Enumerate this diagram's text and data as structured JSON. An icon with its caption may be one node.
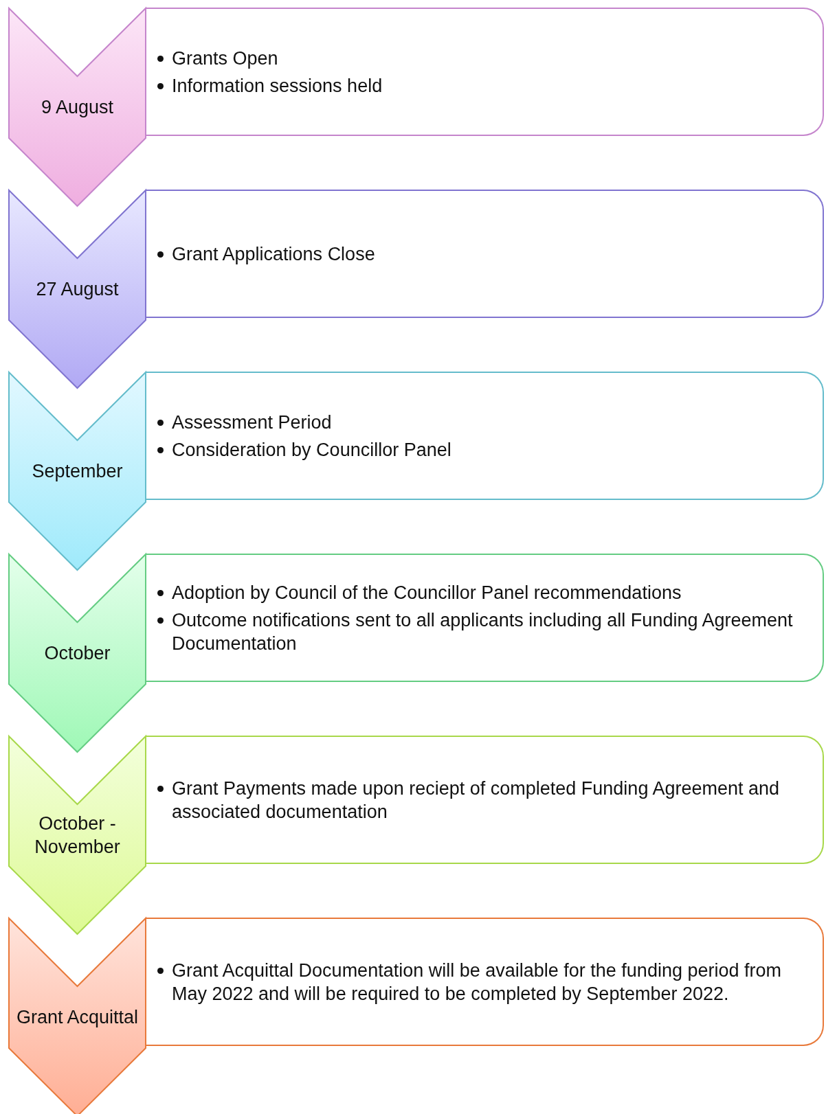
{
  "diagram": {
    "nodes": [
      {
        "text": [
          "9 August"
        ]
      },
      {
        "text": [
          "Grants Open",
          "Information sessions held"
        ]
      },
      {
        "text": [
          "27 August"
        ]
      },
      {
        "text": [
          "Grant Applications Close"
        ]
      },
      {
        "text": [
          "September"
        ]
      },
      {
        "text": [
          "Assessment Period",
          "Consideration by Councillor Panel"
        ]
      },
      {
        "text": [
          "October"
        ]
      },
      {
        "text": [
          "Adoption by Council of the Councillor Panel recommendations",
          "Outcome notifications sent to all applicants including all Funding Agreement Documentation"
        ]
      },
      {
        "text": [
          "October - November"
        ]
      },
      {
        "text": [
          "Grant Payments made upon reciept of completed Funding Agreement and associated documentation"
        ]
      },
      {
        "text": [
          "Grant Acquittal"
        ]
      },
      {
        "text": [
          "Grant Acquittal Documentation will be available for the funding period from May 2022 and will be required to be completed by September 2022."
        ]
      }
    ]
  }
}
